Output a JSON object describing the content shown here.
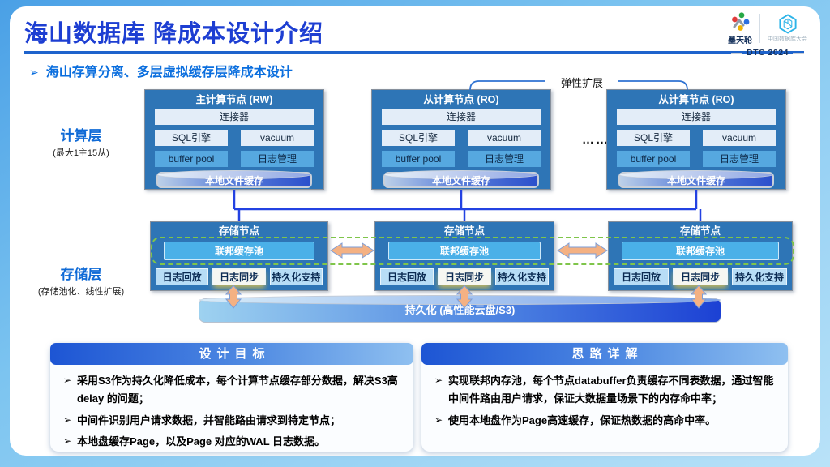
{
  "slide": {
    "title": "海山数据库 降成本设计介绍",
    "subtitle": "海山存算分离、多层虚拟缓存层降成本设计",
    "bullet_marker": "➢"
  },
  "branding": {
    "motianlun_label": "墨天轮",
    "dtc_org_label": "中国数据库大会",
    "dtc_badge": "DTC 2024"
  },
  "diagram": {
    "elastic_label": "弹性扩展",
    "ellipsis": "……",
    "compute_layer": {
      "label": "计算层",
      "sublabel": "(最大1主15从)"
    },
    "storage_layer": {
      "label": "存储层",
      "sublabel": "(存储池化、线性扩展)"
    },
    "compute_nodes": [
      {
        "title": "主计算节点 (RW)",
        "connector": "连接器",
        "sql_engine": "SQL引擎",
        "vacuum": "vacuum",
        "buffer_pool": "buffer pool",
        "log_mgmt": "日志管理",
        "local_cache": "本地文件缓存"
      },
      {
        "title": "从计算节点 (RO)",
        "connector": "连接器",
        "sql_engine": "SQL引擎",
        "vacuum": "vacuum",
        "buffer_pool": "buffer pool",
        "log_mgmt": "日志管理",
        "local_cache": "本地文件缓存"
      },
      {
        "title": "从计算节点 (RO)",
        "connector": "连接器",
        "sql_engine": "SQL引擎",
        "vacuum": "vacuum",
        "buffer_pool": "buffer pool",
        "log_mgmt": "日志管理",
        "local_cache": "本地文件缓存"
      }
    ],
    "storage_nodes": [
      {
        "title": "存储节点",
        "cache_pool": "联邦缓存池",
        "log_replay": "日志回放",
        "log_sync": "日志同步",
        "persist_support": "持久化支持"
      },
      {
        "title": "存储节点",
        "cache_pool": "联邦缓存池",
        "log_replay": "日志回放",
        "log_sync": "日志同步",
        "persist_support": "持久化支持"
      },
      {
        "title": "存储节点",
        "cache_pool": "联邦缓存池",
        "log_replay": "日志回放",
        "log_sync": "日志同步",
        "persist_support": "持久化支持"
      }
    ],
    "persistence_label": "持久化 (高性能云盘/S3)"
  },
  "panels": [
    {
      "title": "设计目标",
      "bullets": [
        "采用S3作为持久化降低成本，每个计算节点缓存部分数据，解决S3高delay 的问题；",
        "中间件识别用户请求数据，并智能路由请求到特定节点；",
        "本地盘缓存Page，以及Page 对应的WAL 日志数据。"
      ]
    },
    {
      "title": "思路详解",
      "bullets": [
        "实现联邦内存池，每个节点databuffer负责缓存不同表数据，通过智能中间件路由用户请求，保证大数据量场景下的内存命中率；",
        "使用本地盘作为Page高速缓存，保证热数据的高命中率。"
      ]
    }
  ],
  "colors": {
    "title_blue": "#1d3ed2",
    "subtitle_blue": "#0a6ede",
    "node_blue": "#2e75b6",
    "cache_pool_blue": "#4ab0e8",
    "dash_green": "#7fc54a",
    "arrow_orange": "#f4b183",
    "bus_line_blue": "#2342e2"
  }
}
